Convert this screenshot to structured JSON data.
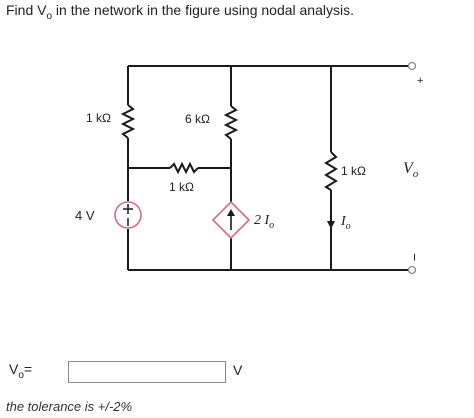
{
  "question": {
    "prefix": "Find ",
    "var_main": "V",
    "var_sub": "o",
    "suffix": " in the network in the figure using nodal analysis."
  },
  "circuit": {
    "r_left_label": "1 kΩ",
    "r_middle_label": "6 kΩ",
    "r_horizontal_label": "1 kΩ",
    "r_right_label": "1 kΩ",
    "voltage_source_label": "4  V",
    "current_source_label_main": "2 I",
    "current_source_label_sub": "o",
    "current_label_main": "I",
    "current_label_sub": "o",
    "output_label_main": "V",
    "output_label_sub": "o",
    "plus_sign": "+",
    "minus_sign": "−"
  },
  "answer": {
    "label_main": "V",
    "label_sub": "o",
    "label_suffix": "=",
    "value": "",
    "unit": "V"
  },
  "tolerance": "the tolerance is +/-2%"
}
